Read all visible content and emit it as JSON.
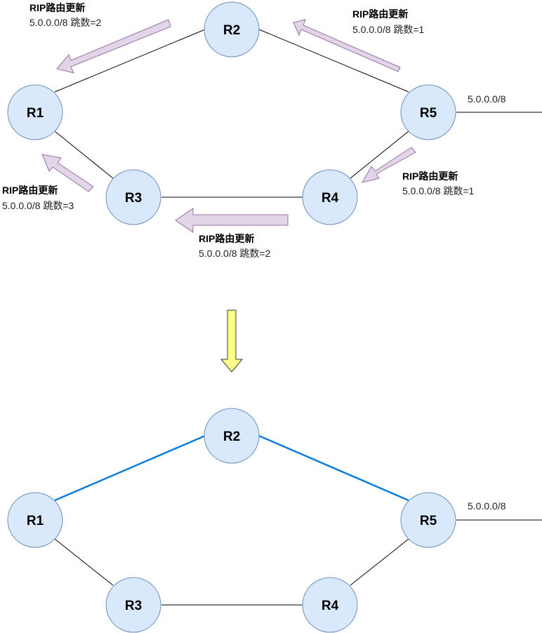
{
  "colors": {
    "node_fill": "#dae8fc",
    "node_stroke": "#6c8ebf",
    "update_arrow_fill": "#e1d5e7",
    "update_arrow_stroke": "#9673a6",
    "transition_arrow_fill": "#ffff88",
    "transition_arrow_stroke": "#36393d",
    "best_path": "#0a7ee0",
    "link": "#000000"
  },
  "top_diagram": {
    "routers": [
      {
        "id": "R1",
        "label": "R1"
      },
      {
        "id": "R2",
        "label": "R2"
      },
      {
        "id": "R3",
        "label": "R3"
      },
      {
        "id": "R4",
        "label": "R4"
      },
      {
        "id": "R5",
        "label": "R5"
      }
    ],
    "network_label": "5.0.0.0/8",
    "updates": [
      {
        "id": "r5-to-r2",
        "title": "RIP路由更新",
        "body": "5.0.0.0/8 跳数=1"
      },
      {
        "id": "r2-to-r1",
        "title": "RIP路由更新",
        "body": "5.0.0.0/8 跳数=2"
      },
      {
        "id": "r5-to-r4",
        "title": "RIP路由更新",
        "body": "5.0.0.0/8 跳数=1"
      },
      {
        "id": "r4-to-r3",
        "title": "RIP路由更新",
        "body": "5.0.0.0/8 跳数=2"
      },
      {
        "id": "r3-to-r1",
        "title": "RIP路由更新",
        "body": "5.0.0.0/8 跳数=3"
      }
    ]
  },
  "bottom_diagram": {
    "routers": [
      {
        "id": "R1",
        "label": "R1"
      },
      {
        "id": "R2",
        "label": "R2"
      },
      {
        "id": "R3",
        "label": "R3"
      },
      {
        "id": "R4",
        "label": "R4"
      },
      {
        "id": "R5",
        "label": "R5"
      }
    ],
    "network_label": "5.0.0.0/8",
    "best_path": [
      "R1",
      "R2",
      "R5"
    ]
  }
}
